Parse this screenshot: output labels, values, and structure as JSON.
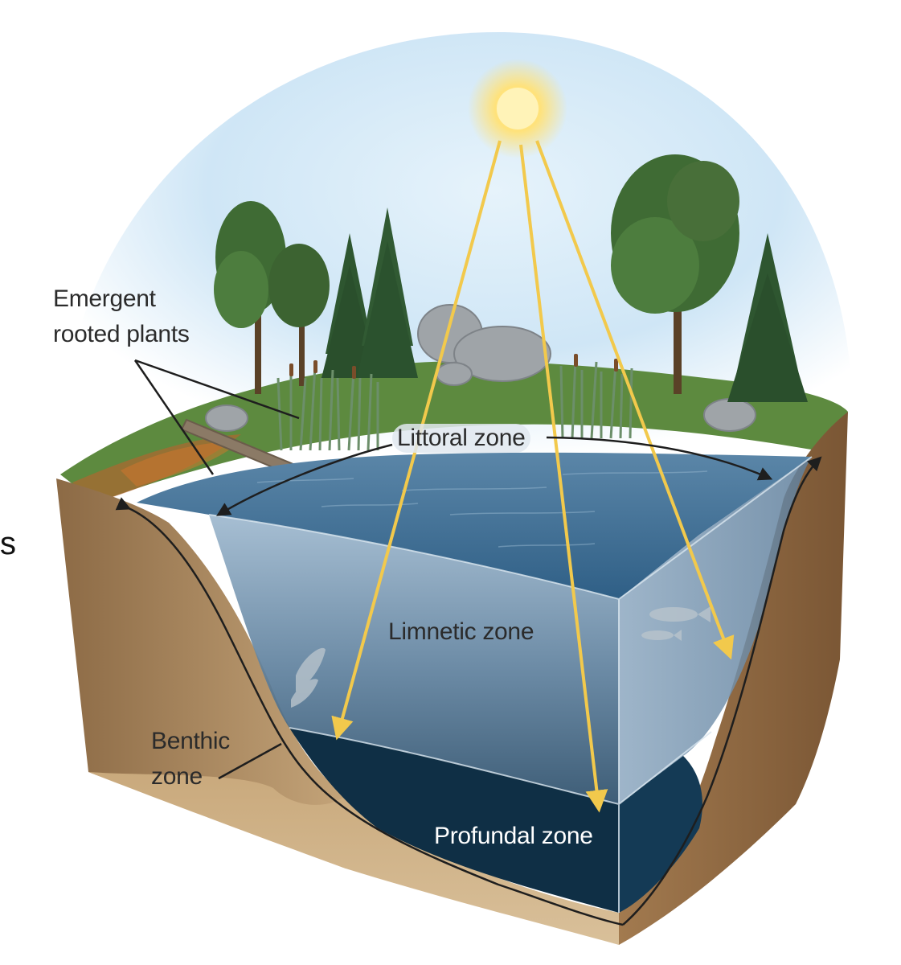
{
  "labels": {
    "emergent_line1": "Emergent",
    "emergent_line2": "rooted plants",
    "littoral": "Littoral zone",
    "limnetic": "Limnetic zone",
    "benthic_line1": "Benthic",
    "benthic_line2": "zone",
    "profundal": "Profundal zone",
    "edge_fragment": "s"
  },
  "colors": {
    "sunlight_ray": "#f2c94c",
    "surface_water": "#3e6f94",
    "limnetic_water": "#6f93b0",
    "profundal_water": "#0f2f45",
    "sediment": "#b58f64",
    "vegetation": "#3f6b34",
    "sky": "#cfe6f6"
  }
}
